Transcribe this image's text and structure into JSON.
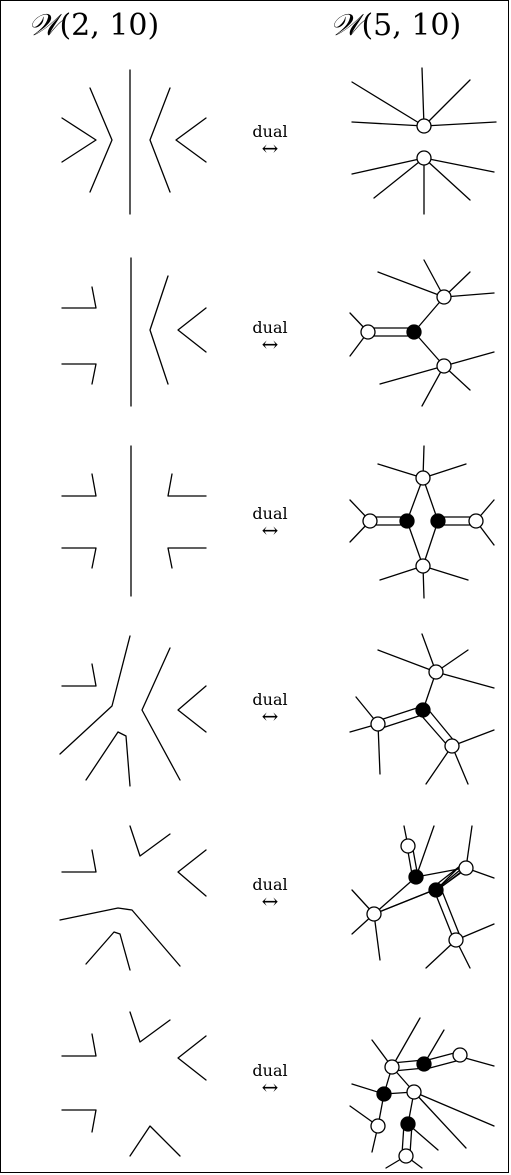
{
  "headers": {
    "left_prefix": "𝒲",
    "left_args": "(2, 10)",
    "right_prefix": "𝒲",
    "right_args": "(5, 10)"
  },
  "rows": [
    {
      "label": "dual",
      "arrow": "↔"
    },
    {
      "label": "dual",
      "arrow": "↔"
    },
    {
      "label": "dual",
      "arrow": "↔"
    },
    {
      "label": "dual",
      "arrow": "↔"
    },
    {
      "label": "dual",
      "arrow": "↔"
    },
    {
      "label": "dual",
      "arrow": "↔"
    }
  ],
  "colors": {
    "line": "#000000",
    "white_node": "#ffffff",
    "black_node": "#000000"
  }
}
